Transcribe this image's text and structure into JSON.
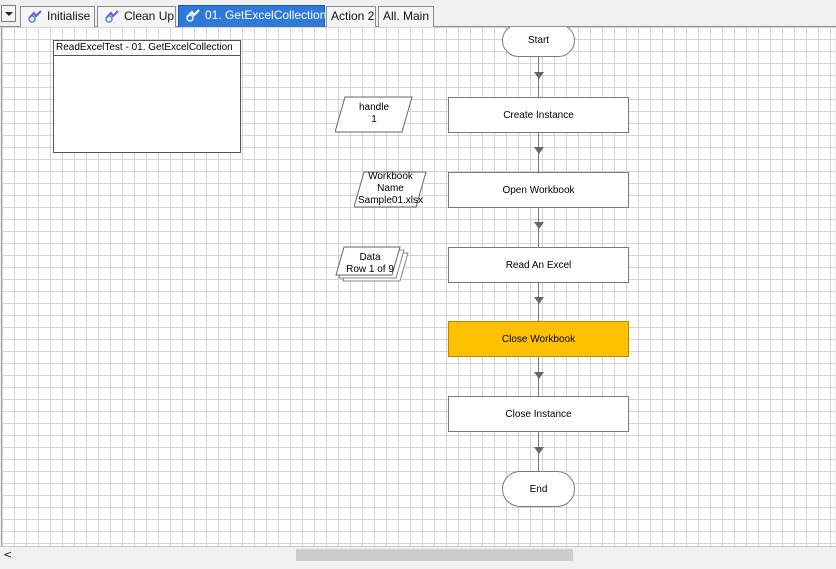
{
  "tabs": [
    {
      "label": "Initialise",
      "icon": "page-icon"
    },
    {
      "label": "Clean Up",
      "icon": "page-icon"
    },
    {
      "label": "01. GetExcelCollection",
      "icon": "page-icon",
      "active": true
    },
    {
      "label": "Action 2"
    },
    {
      "label": "All. Main"
    }
  ],
  "info_box": {
    "title": "ReadExcelTest - 01. GetExcelCollection"
  },
  "flow": {
    "start": "Start",
    "stages": [
      "Create Instance",
      "Open Workbook",
      "Read An Excel",
      "Close Workbook",
      "Close Instance"
    ],
    "end": "End",
    "highlighted_stage": "Close Workbook",
    "highlight_color": "#ffc000"
  },
  "data_items": [
    {
      "line1": "handle",
      "line2": "1"
    },
    {
      "line1": "Workbook",
      "line2": "Name",
      "line3": "Sample01.xlsx"
    },
    {
      "line1": "Data",
      "line2": "Row 1 of 9"
    }
  ],
  "scrollbar": {
    "left_arrow": "<"
  }
}
